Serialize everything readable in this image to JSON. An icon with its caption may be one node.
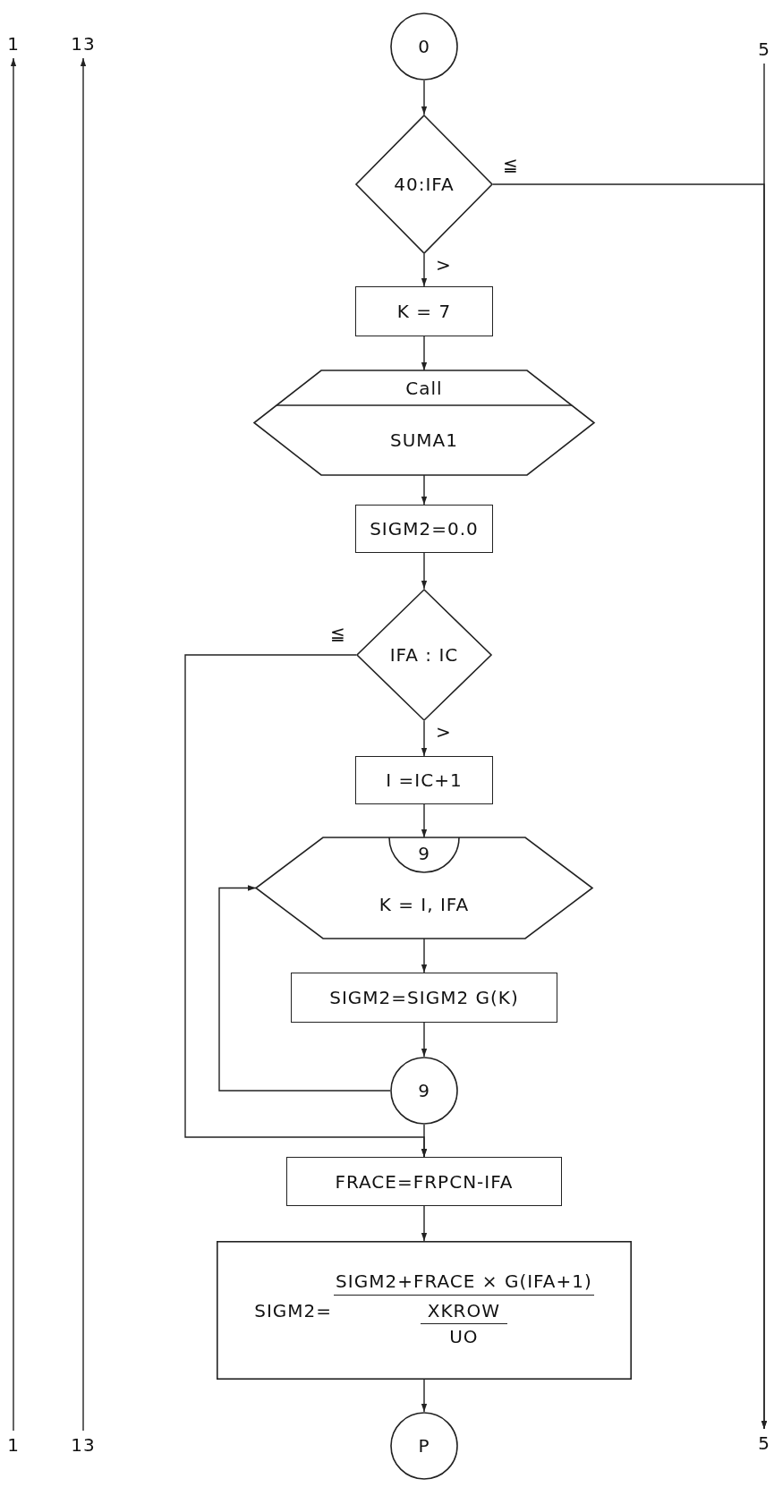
{
  "diagram": {
    "nodes": [
      {
        "text": [
          "1"
        ]
      },
      {
        "text": [
          "13"
        ]
      },
      {
        "text": [
          "0"
        ]
      },
      {
        "text": [
          "5"
        ]
      },
      {
        "text": [
          "40:IFA"
        ]
      },
      {
        "text": [
          "K = 7"
        ]
      },
      {
        "text": [
          "Call",
          "SUMA1"
        ]
      },
      {
        "text": [
          "SIGM2=0.0"
        ]
      },
      {
        "text": [
          "IFA : IC"
        ]
      },
      {
        "text": [
          "I =IC+1"
        ]
      },
      {
        "text": [
          "9",
          "K = I, IFA"
        ]
      },
      {
        "text": [
          "SIGM2=SIGM2 G(K)"
        ]
      },
      {
        "text": [
          "9"
        ]
      },
      {
        "text": [
          "FRACE=FRPCN-IFA"
        ]
      },
      {
        "text": [
          "SIGM2=",
          "SIGM2+FRACE × G(IFA+1)",
          "XKROW",
          "UO"
        ]
      },
      {
        "text": [
          "1"
        ]
      },
      {
        "text": [
          "13"
        ]
      },
      {
        "text": [
          "P"
        ]
      },
      {
        "text": [
          "5"
        ]
      }
    ],
    "edges": [
      {
        "from": 15,
        "to": 0,
        "arrow": "to"
      },
      {
        "from": 16,
        "to": 1,
        "arrow": "to"
      },
      {
        "from": 3,
        "to": 18,
        "arrow": "to"
      },
      {
        "from": 2,
        "to": 4,
        "arrow": "to"
      },
      {
        "from": 4,
        "to": 18,
        "arrow": "to",
        "label": "≦"
      },
      {
        "from": 4,
        "to": 5,
        "arrow": "to",
        "label": ">"
      },
      {
        "from": 5,
        "to": 6,
        "arrow": "to"
      },
      {
        "from": 6,
        "to": 7,
        "arrow": "to"
      },
      {
        "from": 7,
        "to": 8,
        "arrow": "to"
      },
      {
        "from": 8,
        "to": 13,
        "arrow": "to",
        "label": "≦"
      },
      {
        "from": 8,
        "to": 9,
        "arrow": "to",
        "label": ">"
      },
      {
        "from": 9,
        "to": 10,
        "arrow": "to"
      },
      {
        "from": 10,
        "to": 11,
        "arrow": "to"
      },
      {
        "from": 11,
        "to": 12,
        "arrow": "to"
      },
      {
        "from": 12,
        "to": 10,
        "arrow": "to"
      },
      {
        "from": 12,
        "to": 13,
        "arrow": "to"
      },
      {
        "from": 13,
        "to": 14,
        "arrow": "to"
      },
      {
        "from": 14,
        "to": 17,
        "arrow": "to"
      }
    ]
  }
}
